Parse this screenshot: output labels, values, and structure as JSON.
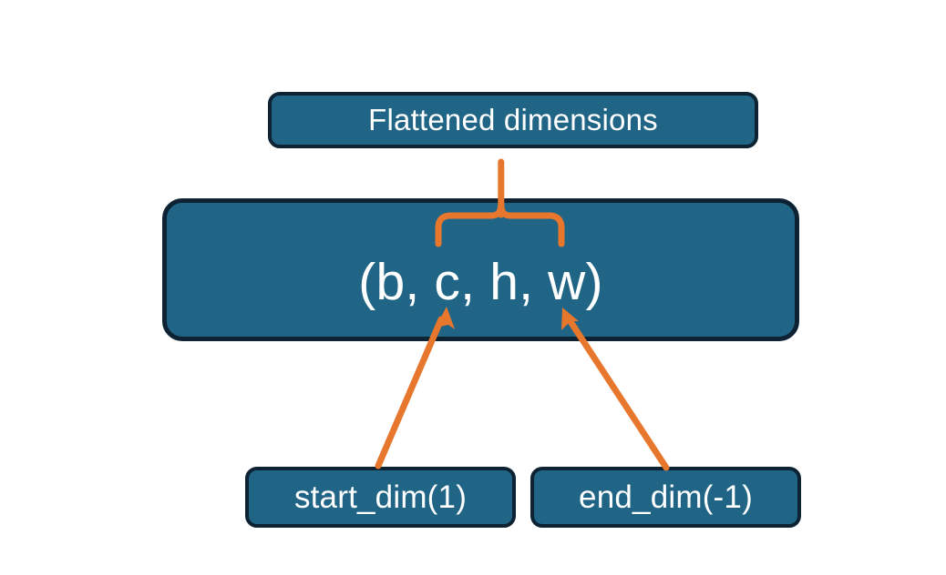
{
  "diagram": {
    "title_text": "Flattened dimensions",
    "shape_text": "(b, c, h, w)",
    "start_dim_text": "start_dim(1)",
    "end_dim_text": "end_dim(-1)",
    "colors": {
      "box_fill": "#206585",
      "box_border": "#0d2233",
      "box_text": "#ffffff",
      "connector": "#e8772e",
      "background": "#ffffff"
    },
    "connectors": [
      {
        "name": "brace-to-flattened",
        "type": "curly-brace",
        "from": "shape-box-dims-c-h-w",
        "to": "flattened-dimensions-box"
      },
      {
        "name": "start-dim-arrow",
        "type": "arrow",
        "from": "start_dim(1)",
        "to": "c"
      },
      {
        "name": "end-dim-arrow",
        "type": "arrow",
        "from": "end_dim(-1)",
        "to": "w"
      }
    ]
  }
}
